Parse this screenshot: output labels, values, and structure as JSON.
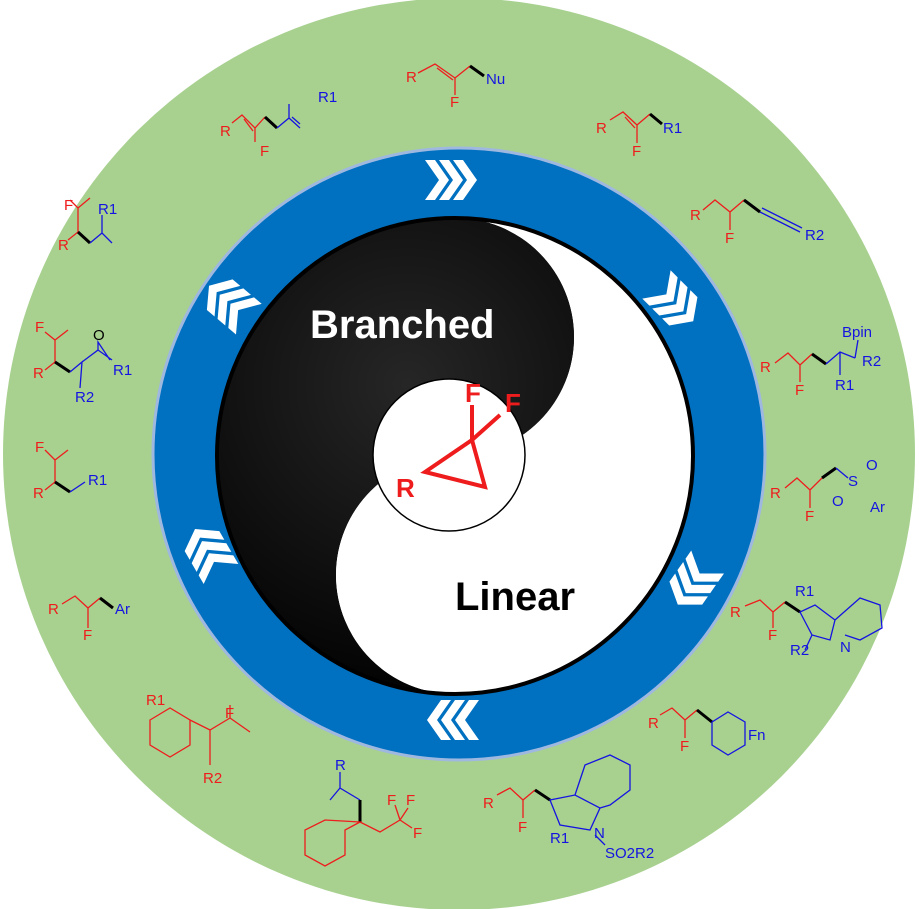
{
  "colors": {
    "outer_ring": "#a8d190",
    "blue_ring": "#0070c0",
    "red": "#ee1c1c",
    "blue": "#1414e0"
  },
  "center": {
    "title_branched": "Branched",
    "title_linear": "Linear",
    "reagent": {
      "R": "R",
      "F1": "F",
      "F2": "F"
    }
  },
  "products": [
    {
      "labels": [
        "R",
        "F",
        "Nu"
      ]
    },
    {
      "labels": [
        "R",
        "F",
        "R1"
      ]
    },
    {
      "labels": [
        "R",
        "F",
        "R1"
      ]
    },
    {
      "labels": [
        "R",
        "F",
        "R2"
      ]
    },
    {
      "labels": [
        "F",
        "R1",
        "R"
      ]
    },
    {
      "labels": [
        "R",
        "F",
        "R1",
        "Bpin",
        "R2"
      ]
    },
    {
      "labels": [
        "F",
        "R",
        "R2",
        "O",
        "R1"
      ]
    },
    {
      "labels": [
        "R",
        "F",
        "S",
        "O",
        "O",
        "Ar"
      ]
    },
    {
      "labels": [
        "F",
        "R",
        "R1"
      ]
    },
    {
      "labels": [
        "R",
        "F",
        "Ar"
      ]
    },
    {
      "labels": [
        "R",
        "F",
        "R1",
        "R2",
        "N"
      ]
    },
    {
      "labels": [
        "R",
        "F",
        "Fn"
      ]
    },
    {
      "labels": [
        "R1",
        "F",
        "R2"
      ]
    },
    {
      "labels": [
        "R",
        "F",
        "F",
        "F"
      ]
    },
    {
      "labels": [
        "R",
        "F",
        "R1",
        "N",
        "SO2R2"
      ]
    }
  ]
}
